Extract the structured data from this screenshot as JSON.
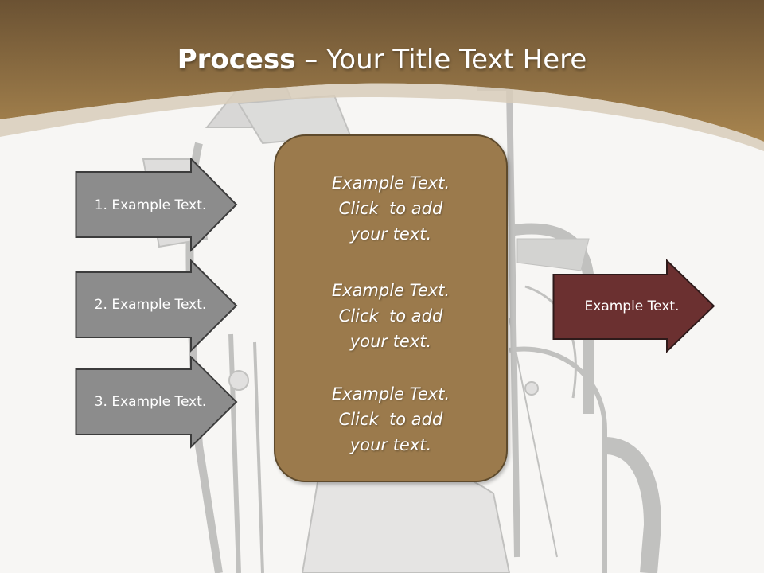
{
  "title": {
    "bold": "Process",
    "rest": " – Your Title Text Here"
  },
  "left_arrows": [
    {
      "label": "1. Example Text."
    },
    {
      "label": "2. Example Text."
    },
    {
      "label": "3. Example Text."
    }
  ],
  "center_blocks": [
    {
      "lines": [
        "Example Text.",
        "Click  to add",
        "your text."
      ]
    },
    {
      "lines": [
        "Example Text.",
        "Click  to add",
        "your text."
      ]
    },
    {
      "lines": [
        "Example Text.",
        "Click  to add",
        "your text."
      ]
    }
  ],
  "output_arrow": {
    "label": "Example Text."
  },
  "colors": {
    "header": "#8a6a40",
    "gray_arrow": "#8c8c8c",
    "center_box": "#9b7a4c",
    "output_arrow": "#6b3030"
  }
}
